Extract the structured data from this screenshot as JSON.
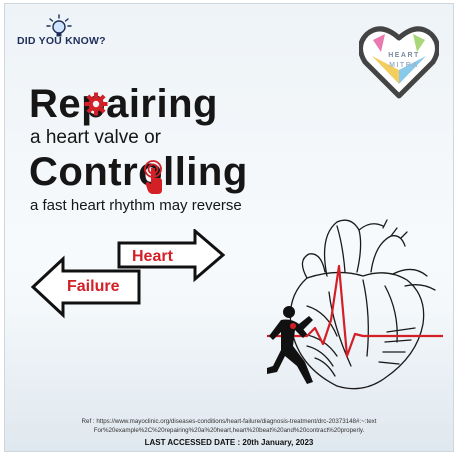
{
  "brand": {
    "did_you_know": "DID YOU KNOW?",
    "logo_line1": "HEART",
    "logo_line2": "MITRA"
  },
  "headline": {
    "line1": "Repairing",
    "line2": "a heart valve or",
    "line3": "Controlling",
    "line4": "a fast heart rhythm may reverse"
  },
  "arrows": {
    "top_label": "Heart",
    "bottom_label": "Failure"
  },
  "footer": {
    "ref_line1": "Ref : https://www.mayoclinic.org/diseases-conditions/heart-failure/diagnosis-treatment/drc-20373148#:~:text",
    "ref_line2": "For%20example%2C%20repairing%20a%20heart,heart%20beat%20and%20contract%20properly.",
    "accessed": "LAST ACCESSED DATE : 20th  January, 2023"
  },
  "colors": {
    "accent_red": "#d31f26",
    "ink": "#161616",
    "navy": "#1f2f5a"
  },
  "icons": [
    "lightbulb-icon",
    "gear-icon",
    "pointer-hand-icon",
    "heart-logo-icon",
    "anatomical-heart-illustration",
    "running-man-icon"
  ]
}
